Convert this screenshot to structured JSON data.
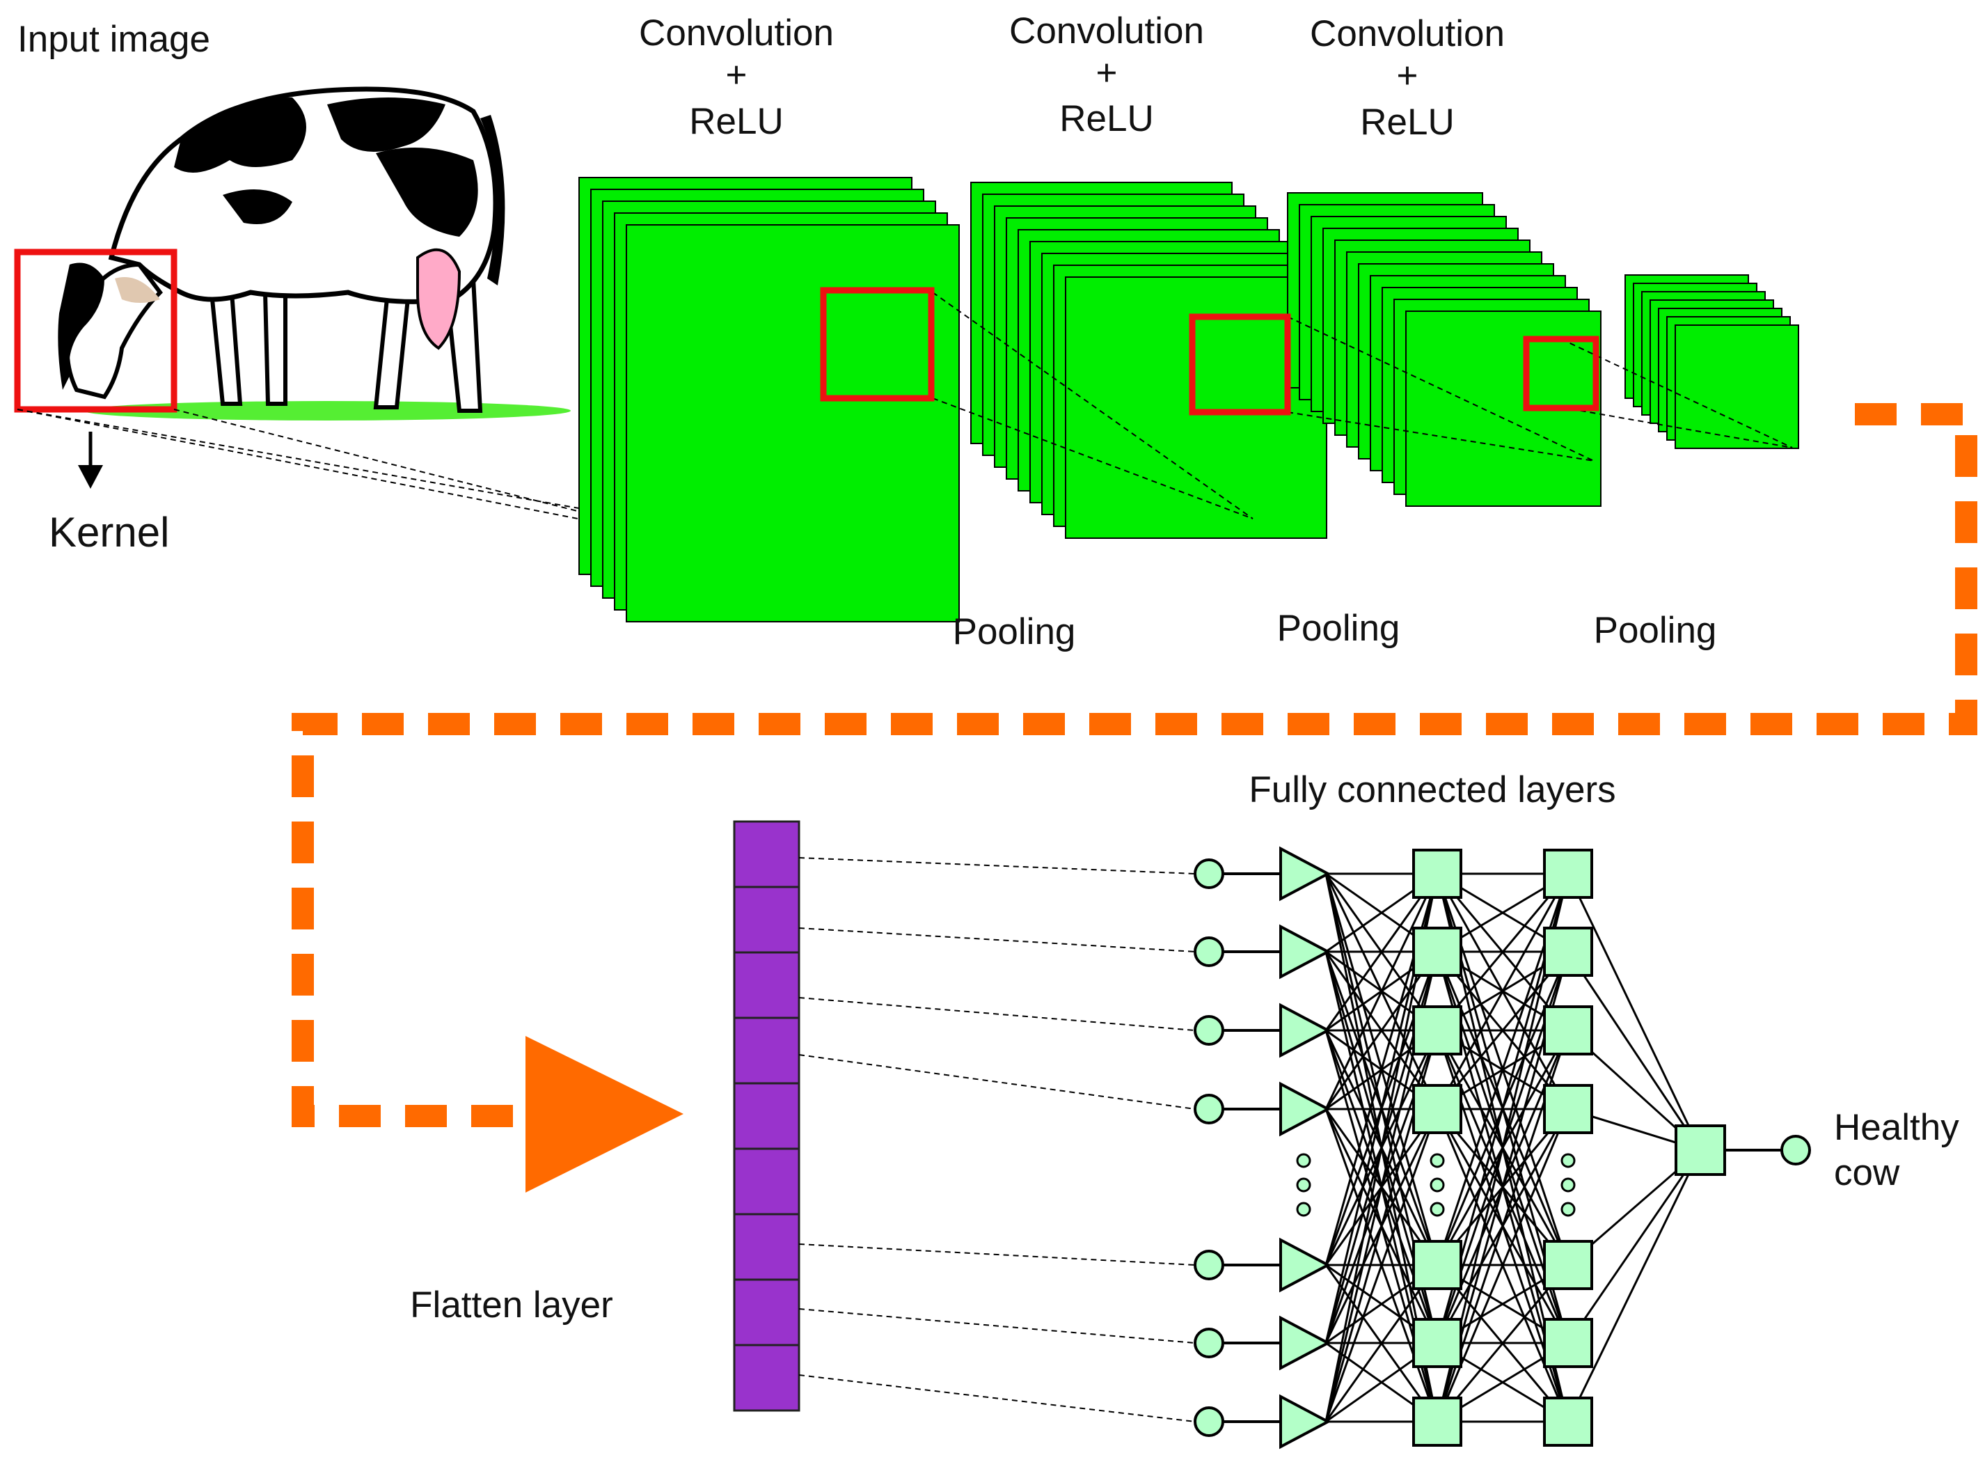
{
  "labels": {
    "input_image": "Input image",
    "kernel": "Kernel",
    "conv1": [
      "Convolution",
      "+",
      "ReLU"
    ],
    "conv2": [
      "Convolution",
      "+",
      "ReLU"
    ],
    "conv3": [
      "Convolution",
      "+",
      "ReLU"
    ],
    "pooling1": "Pooling",
    "pooling2": "Pooling",
    "pooling3": "Pooling",
    "fully_connected": "Fully connected layers",
    "flatten": "Flatten layer",
    "output": [
      "Healthy",
      "cow"
    ]
  },
  "colors": {
    "feature_map": "#00ee00",
    "kernel_box": "#ee1111",
    "flatten": "#9933cc",
    "node": "#b3ffc8",
    "arrow": "#ff6a00",
    "grass": "#55ee33"
  }
}
